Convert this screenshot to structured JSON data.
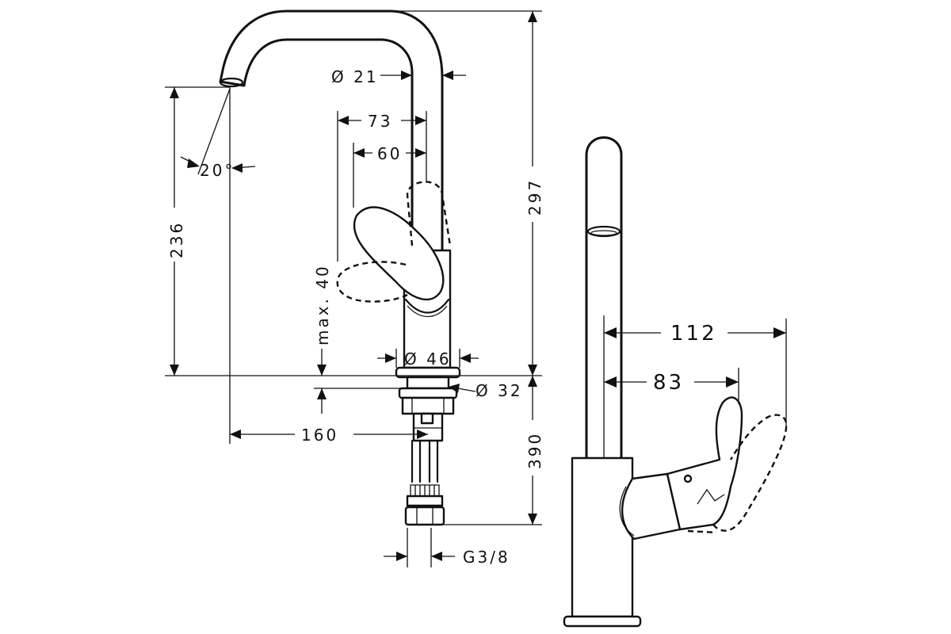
{
  "dimensions": {
    "d_pipe": "Ø 21",
    "d73": "73",
    "d60": "60",
    "angle": "20°",
    "h297": "297",
    "h236": "236",
    "max40": "max. 40",
    "d_base": "Ø 46",
    "d_hole": "Ø 32",
    "w160": "160",
    "h390": "390",
    "thread": "G3/8",
    "s112": "112",
    "s83": "83"
  }
}
